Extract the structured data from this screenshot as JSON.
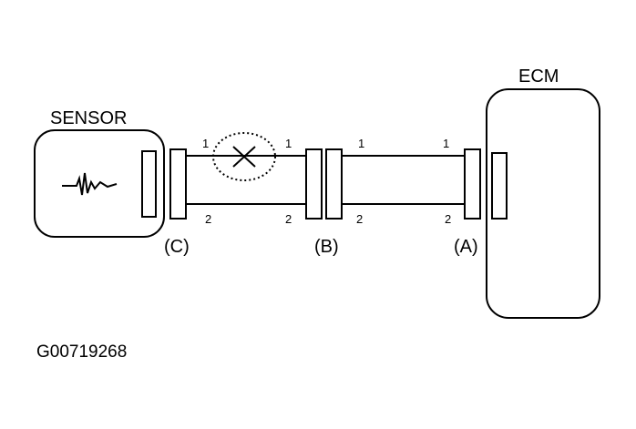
{
  "sensor": {
    "label": "SENSOR"
  },
  "ecm": {
    "label": "ECM"
  },
  "connectors": {
    "c": {
      "label": "(C)"
    },
    "b": {
      "label": "(B)"
    },
    "a": {
      "label": "(A)"
    }
  },
  "pins": {
    "c_1": "1",
    "c_2": "2",
    "b_left_1": "1",
    "b_left_2": "2",
    "b_right_1": "1",
    "b_right_2": "2",
    "a_1": "1",
    "a_2": "2"
  },
  "fault": {
    "icon": "open-circuit-x-icon",
    "marker": "dotted-circle"
  },
  "figure_code": "G00719268"
}
